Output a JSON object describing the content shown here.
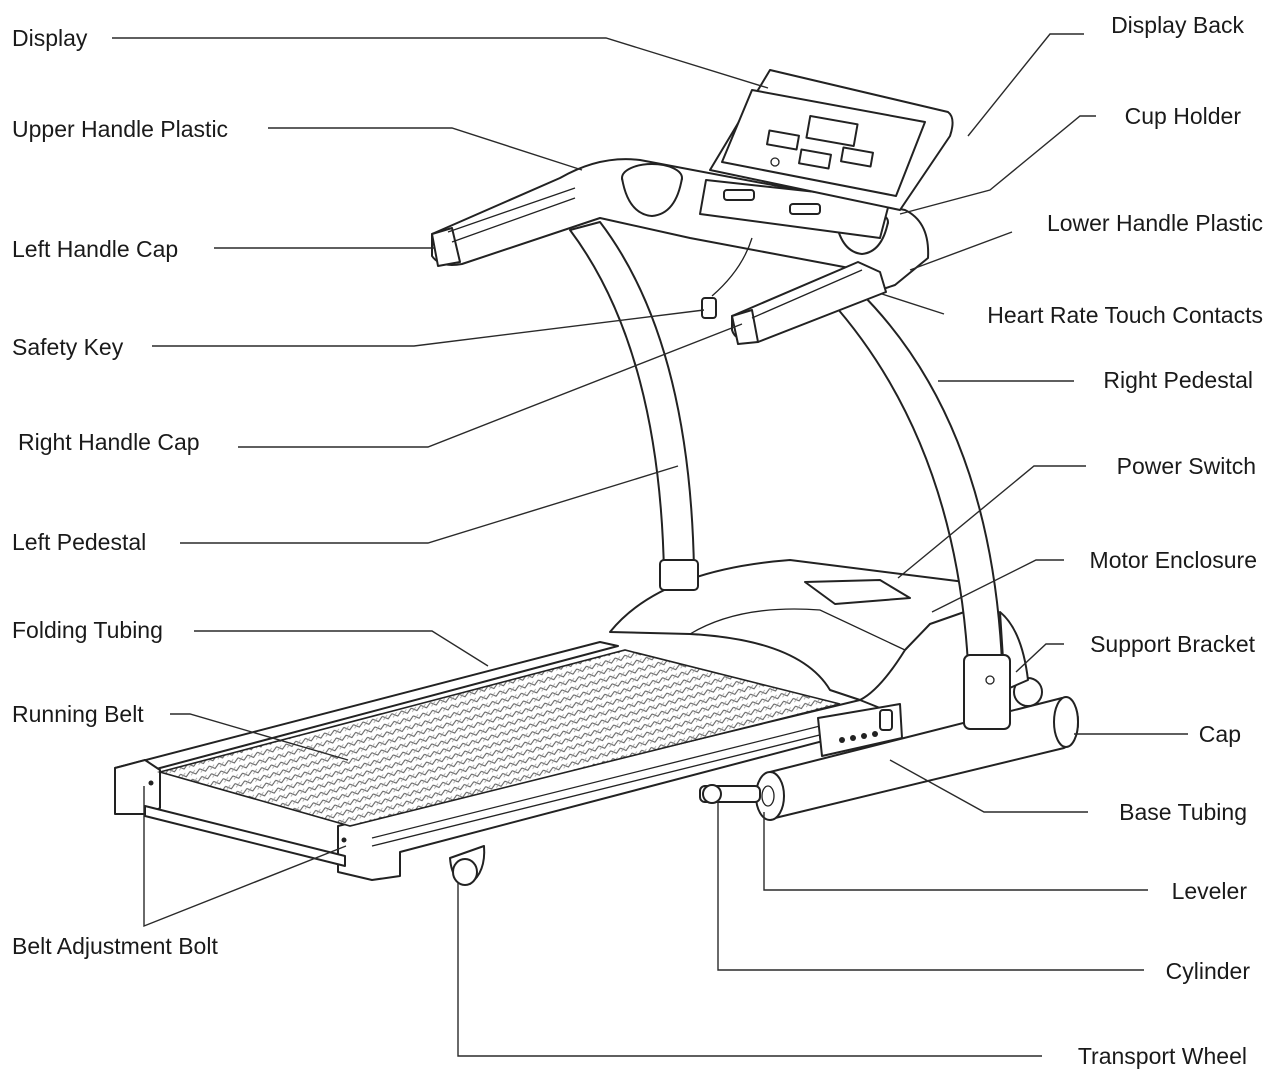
{
  "labels": {
    "display": "Display",
    "upper_handle_plastic": "Upper Handle Plastic",
    "left_handle_cap": "Left Handle Cap",
    "safety_key": "Safety Key",
    "right_handle_cap": "Right Handle Cap",
    "left_pedestal": "Left Pedestal",
    "folding_tubing": "Folding Tubing",
    "running_belt": "Running Belt",
    "belt_adjustment_bolt": "Belt Adjustment Bolt",
    "display_back": "Display Back",
    "cup_holder": "Cup Holder",
    "lower_handle_plastic": "Lower Handle Plastic",
    "heart_rate_touch_contacts": "Heart Rate Touch Contacts",
    "right_pedestal": "Right Pedestal",
    "power_switch": "Power Switch",
    "motor_enclosure": "Motor Enclosure",
    "support_bracket": "Support Bracket",
    "cap": "Cap",
    "base_tubing": "Base Tubing",
    "leveler": "Leveler",
    "cylinder": "Cylinder",
    "transport_wheel": "Transport Wheel"
  },
  "colors": {
    "line": "#222222",
    "text": "#1a1a1a",
    "background": "#ffffff"
  }
}
